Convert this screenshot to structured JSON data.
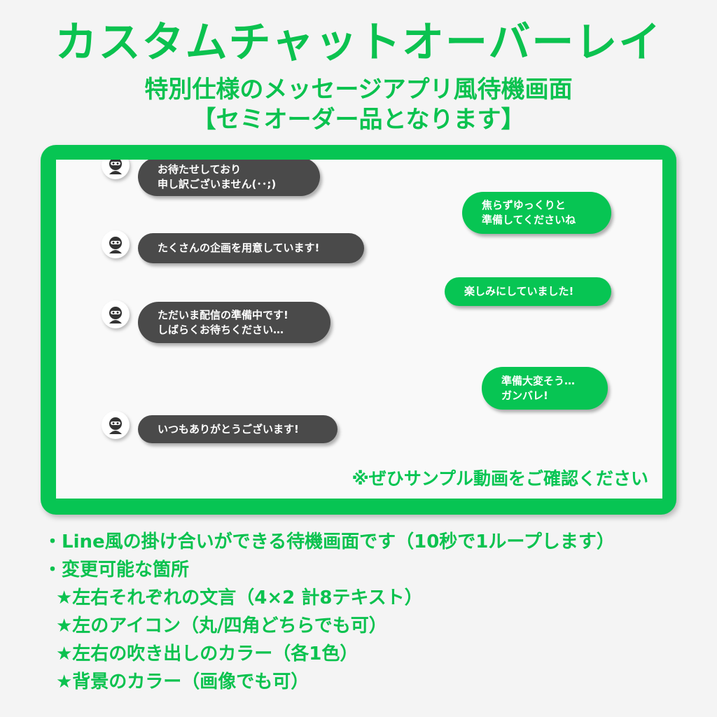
{
  "header": {
    "title": "カスタムチャットオーバーレイ",
    "subtitle_line1": "特別仕様のメッセージアプリ風待機画面",
    "subtitle_line2": "【セミオーダー品となります】"
  },
  "colors": {
    "accent": "#07c553",
    "left_bubble": "#4a4a4a",
    "background": "#f4f4f4"
  },
  "chat": {
    "avatar_icon": "ninja-icon",
    "left": [
      {
        "text": "お待たせしており\n申し訳ございません(･･;)"
      },
      {
        "text": "たくさんの企画を用意しています!"
      },
      {
        "text": "ただいま配信の準備中です!\nしばらくお待ちください…"
      },
      {
        "text": "いつもありがとうございます!"
      }
    ],
    "right": [
      {
        "text": "焦らずゆっくりと\n準備してくださいね"
      },
      {
        "text": "楽しみにしていました!"
      },
      {
        "text": "準備大変そう…\nガンバレ!"
      }
    ],
    "note": "※ぜひサンプル動画をご確認ください"
  },
  "bullets": [
    "・Line風の掛け合いができる待機画面です（10秒で1ループします）",
    "・変更可能な箇所",
    "★左右それぞれの文言（4×2 計8テキスト）",
    "★左のアイコン（丸/四角どちらでも可）",
    "★左右の吹き出しのカラー（各1色）",
    "★背景のカラー（画像でも可）"
  ]
}
